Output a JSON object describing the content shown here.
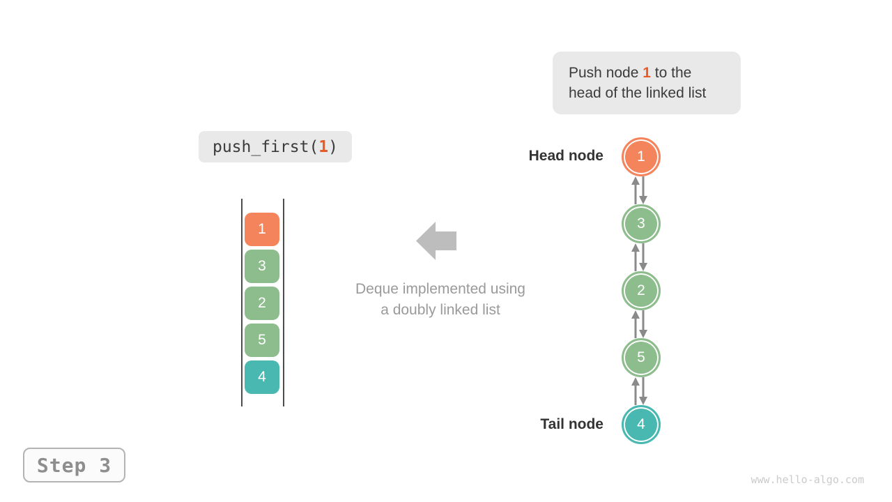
{
  "meta": {
    "step_label": "Step 3",
    "watermark": "www.hello-algo.com"
  },
  "annotation_box": {
    "line1_pre": "Push node ",
    "line1_highlight": "1",
    "line1_post": " to the",
    "line2": "head of the linked list"
  },
  "code_chip": {
    "prefix": "push_first(",
    "arg": "1",
    "suffix": ")"
  },
  "caption": {
    "line1": "Deque implemented using",
    "line2": "a doubly linked list"
  },
  "labels": {
    "head": "Head node",
    "tail": "Tail node"
  },
  "deque_stack": {
    "items": [
      {
        "value": "1",
        "color": "#f4845c"
      },
      {
        "value": "3",
        "color": "#8dbc8d"
      },
      {
        "value": "2",
        "color": "#8dbc8d"
      },
      {
        "value": "5",
        "color": "#8dbc8d"
      },
      {
        "value": "4",
        "color": "#48b8b1"
      }
    ]
  },
  "linked_list": {
    "nodes": [
      {
        "value": "1",
        "color": "#f4845c",
        "role": "head"
      },
      {
        "value": "3",
        "color": "#8dbc8d",
        "role": ""
      },
      {
        "value": "2",
        "color": "#8dbc8d",
        "role": ""
      },
      {
        "value": "5",
        "color": "#8dbc8d",
        "role": ""
      },
      {
        "value": "4",
        "color": "#48b8b1",
        "role": "tail"
      }
    ]
  },
  "colors": {
    "highlight_text": "#e85b28",
    "chip_bg": "#e9e9e9",
    "dark_text": "#3b3b3b",
    "caption_text": "#9a9a9a",
    "connector_arrow": "#8a8a8a",
    "big_arrow": "#bdbdbd",
    "rail": "#4c4c4c",
    "step_text": "#8e8e8e",
    "watermark_text": "#cbcbcb"
  }
}
